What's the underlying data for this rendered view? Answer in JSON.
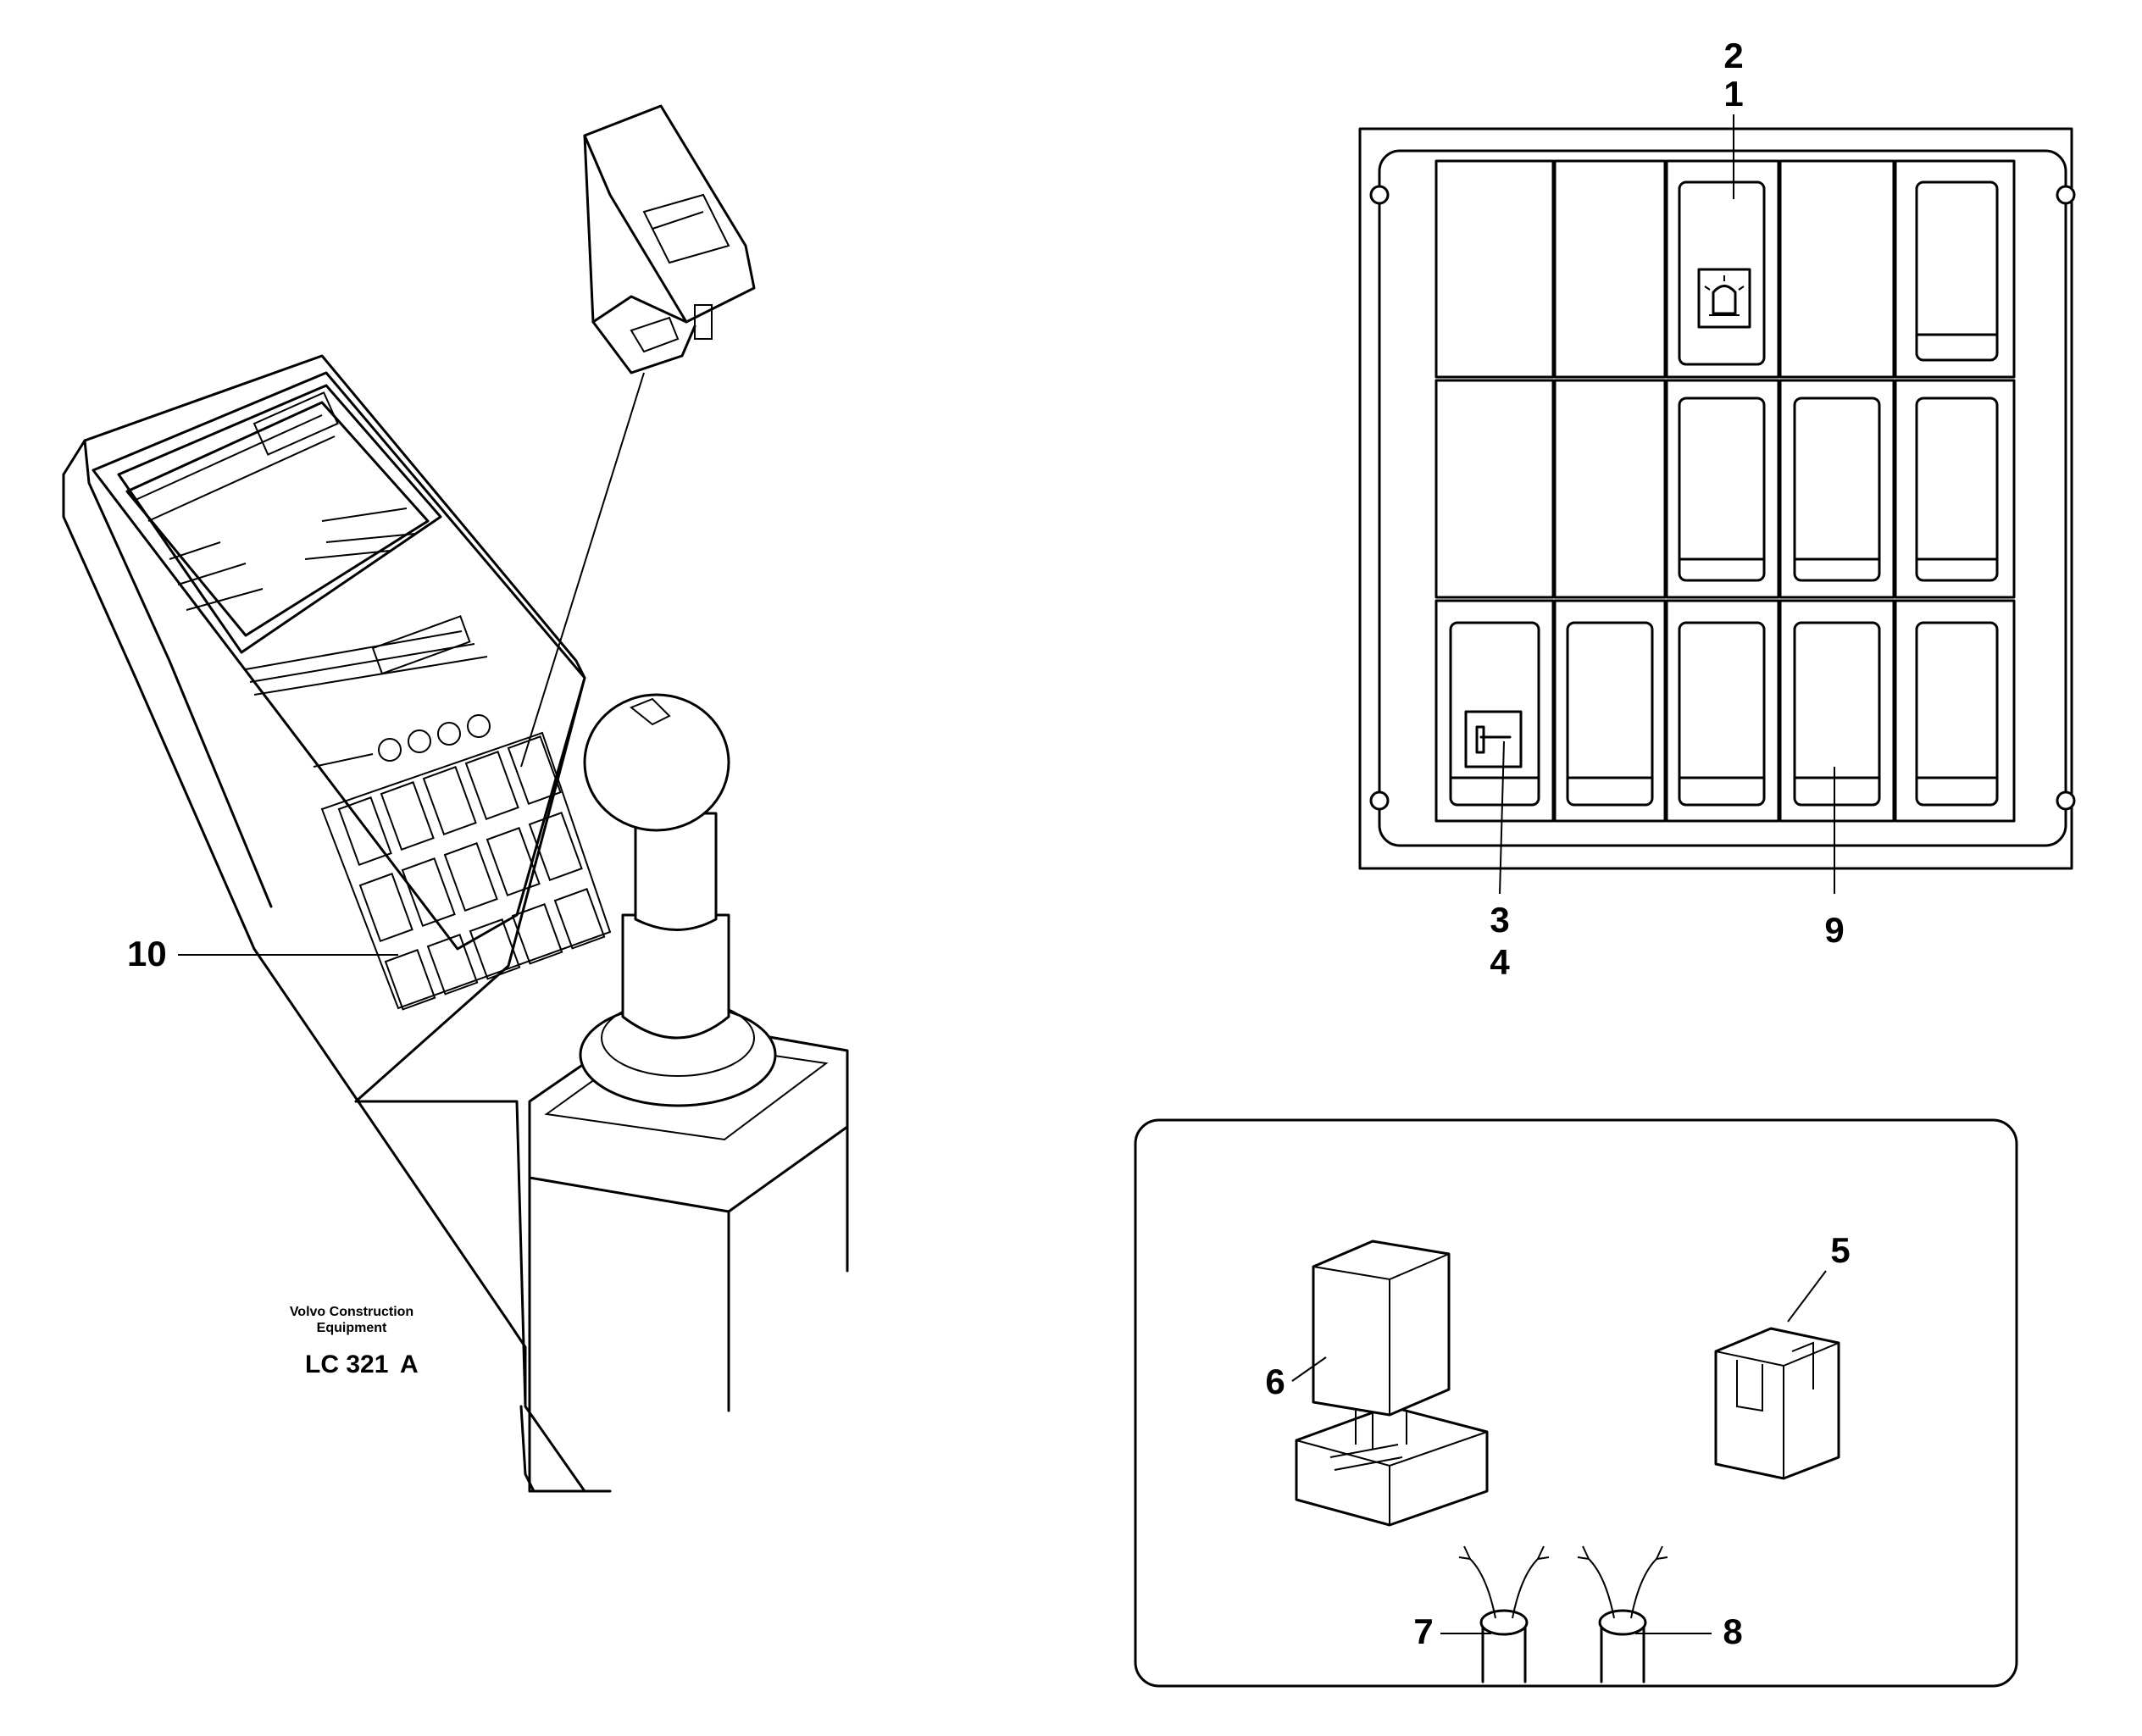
{
  "callouts": {
    "c1": "1",
    "c2": "2",
    "c3": "3",
    "c4": "4",
    "c5": "5",
    "c6": "6",
    "c7": "7",
    "c8": "8",
    "c9": "9",
    "c10": "10"
  },
  "caption": {
    "line1": "Volvo Construction",
    "line2": "Equipment",
    "code": "LC 321",
    "rev": "A"
  },
  "icons": {
    "warning_beacon": "beacon-icon",
    "hammer": "hammer-icon"
  }
}
